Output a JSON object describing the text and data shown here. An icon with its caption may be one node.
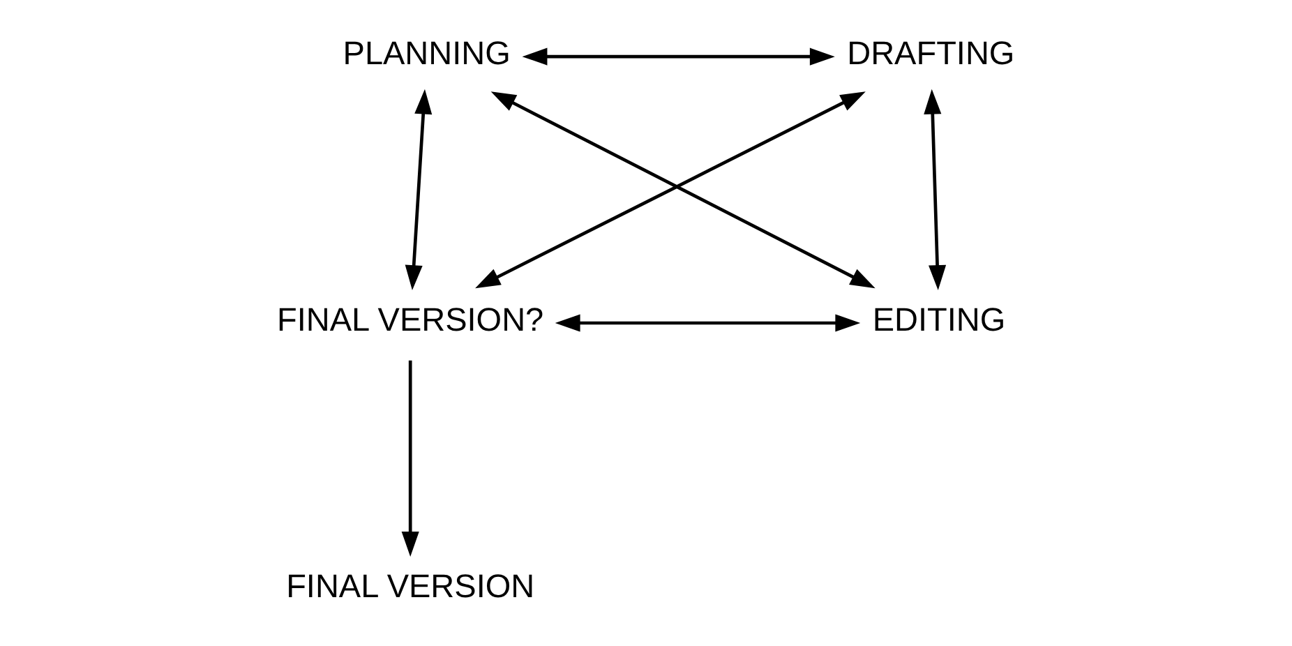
{
  "diagram": {
    "nodes": [
      {
        "text": [
          "PLANNING"
        ]
      },
      {
        "text": [
          "DRAFTING"
        ]
      },
      {
        "text": [
          "FINAL VERSION?"
        ]
      },
      {
        "text": [
          "EDITING"
        ]
      },
      {
        "text": [
          "FINAL VERSION"
        ]
      }
    ],
    "edges": [
      {
        "from": 0,
        "to": 1,
        "arrow": "both"
      },
      {
        "from": 0,
        "to": 2,
        "arrow": "both"
      },
      {
        "from": 1,
        "to": 3,
        "arrow": "both"
      },
      {
        "from": 0,
        "to": 3,
        "arrow": "both"
      },
      {
        "from": 1,
        "to": 2,
        "arrow": "both"
      },
      {
        "from": 2,
        "to": 3,
        "arrow": "both"
      },
      {
        "from": 2,
        "to": 4,
        "arrow": "to"
      }
    ]
  }
}
